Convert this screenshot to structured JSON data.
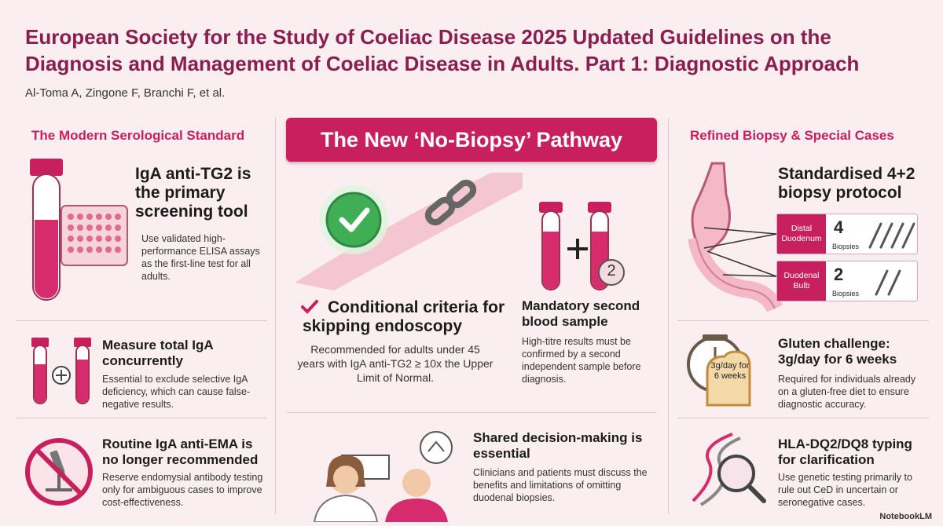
{
  "header": {
    "title": "European Society for the Study of Coeliac Disease 2025 Updated Guidelines on the Diagnosis and Management of Coeliac Disease in Adults. Part 1: Diagnostic Approach",
    "authors": "Al-Toma A, Zingone F, Branchi F, et al."
  },
  "left": {
    "heading": "The Modern Serological Standard",
    "s1": {
      "title": "IgA anti-TG2 is the primary screening tool",
      "body": "Use validated high-performance ELISA assays as the first-line test for all adults."
    },
    "s2": {
      "title": "Measure total IgA concurrently",
      "body": "Essential to exclude selective IgA deficiency, which can cause false-negative results."
    },
    "s3": {
      "title": "Routine IgA anti-EMA is no longer recommended",
      "body": "Reserve endomysial antibody testing only for ambiguous cases to improve cost-effectiveness."
    }
  },
  "center": {
    "banner": "The New ‘No-Biopsy’ Pathway",
    "plus": "+",
    "sample_number": "2",
    "c1": {
      "title": "Conditional criteria for skipping endoscopy",
      "body": "Recommended for adults under 45 years with IgA anti-TG2 ≥ 10x the Upper Limit of Normal."
    },
    "c2": {
      "title": "Mandatory second blood sample",
      "body": "High-titre results must be confirmed by a second independent sample before diagnosis."
    },
    "c3": {
      "title": "Shared decision-making is essential",
      "body": "Clinicians and patients must discuss the benefits and limitations of omitting duodenal biopsies."
    }
  },
  "right": {
    "heading": "Refined Biopsy & Special Cases",
    "r1": {
      "title": "Standardised 4+2 biopsy protocol"
    },
    "biopsy": [
      {
        "site": "Distal Duodenum",
        "count": "4",
        "unit": "Biopsies"
      },
      {
        "site": "Duodenal Bulb",
        "count": "2",
        "unit": "Biopsies"
      }
    ],
    "r2": {
      "title": "Gluten challenge: 3g/day for 6 weeks",
      "body": "Required for individuals already on a gluten-free diet to ensure diagnostic accuracy.",
      "bread_label": "3g/day for 6 weeks"
    },
    "r3": {
      "title": "HLA-DQ2/DQ8 typing for clarification",
      "body": "Use genetic testing primarily to rule out CeD in uncertain or seronegative cases."
    }
  },
  "footer": {
    "brand": "NotebookLM"
  },
  "colors": {
    "accent": "#c8205f",
    "title": "#8a1e4f",
    "background": "#fbeef1"
  }
}
